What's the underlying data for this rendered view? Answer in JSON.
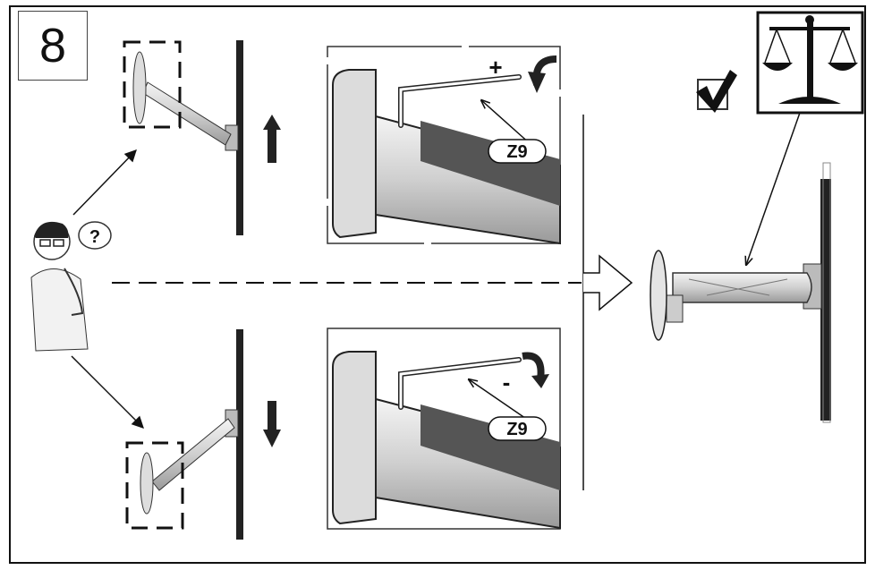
{
  "step": {
    "number": "8"
  },
  "callouts": {
    "upper_tool": "Z9",
    "lower_tool": "Z9"
  },
  "signs": {
    "increase": "+",
    "decrease": "-",
    "question": "?"
  },
  "icons": [
    "question-bubble-icon",
    "checkbox-checked-icon",
    "balance-scale-icon",
    "arrow-up-icon",
    "arrow-down-icon",
    "rotate-clockwise-icon",
    "rotate-counterclockwise-icon"
  ],
  "colors": {
    "ink": "#111111",
    "line": "#000000",
    "background": "#ffffff",
    "shade": "#cfcfcf"
  }
}
